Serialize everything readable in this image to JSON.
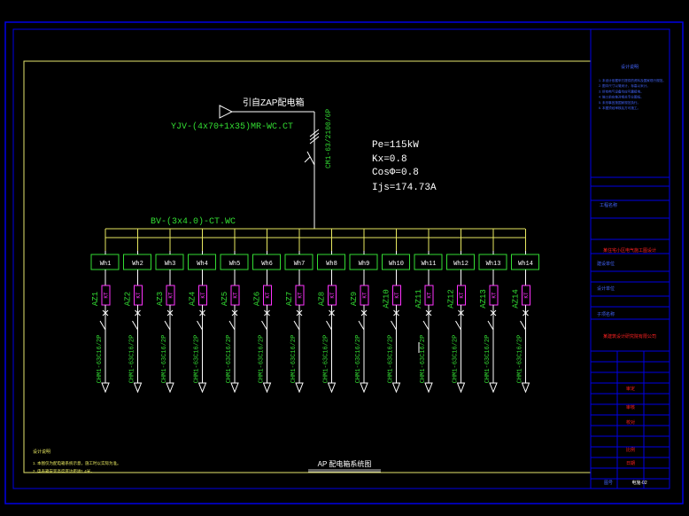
{
  "incoming": {
    "label": "引自ZAP配电箱",
    "cable": "YJV-(4x70+1x35)MR-WC.CT",
    "breaker": "CM1-63/2100/6P"
  },
  "load": {
    "pe": "Pe=115kW",
    "kx": "Kx=0.8",
    "cos": "CosΦ=0.8",
    "ijs": "Ijs=174.73A"
  },
  "branch_cable": "BV-(3x4.0)-CT.WC",
  "circuits": [
    {
      "meter": "Wh1",
      "box": "AZ1",
      "relay": "KT",
      "breaker": "CHM1-63C16/2P"
    },
    {
      "meter": "Wh2",
      "box": "AZ2",
      "relay": "KT",
      "breaker": "CHM1-63C16/2P"
    },
    {
      "meter": "Wh3",
      "box": "AZ3",
      "relay": "KT",
      "breaker": "CHM1-63C16/2P"
    },
    {
      "meter": "Wh4",
      "box": "AZ4",
      "relay": "KT",
      "breaker": "CHM1-63C16/2P"
    },
    {
      "meter": "Wh5",
      "box": "AZ5",
      "relay": "KT",
      "breaker": "CHM1-63C16/2P"
    },
    {
      "meter": "Wh6",
      "box": "AZ6",
      "relay": "KT",
      "breaker": "CHM1-63C16/2P"
    },
    {
      "meter": "Wh7",
      "box": "AZ7",
      "relay": "KT",
      "breaker": "CHM1-63C16/2P"
    },
    {
      "meter": "Wh8",
      "box": "AZ8",
      "relay": "KT",
      "breaker": "CHM1-63C16/2P"
    },
    {
      "meter": "Wh9",
      "box": "AZ9",
      "relay": "KT",
      "breaker": "CHM1-63C16/2P"
    },
    {
      "meter": "Wh10",
      "box": "AZ10",
      "relay": "KT",
      "breaker": "CHM1-63C16/2P"
    },
    {
      "meter": "Wh11",
      "box": "AZ11",
      "relay": "KT",
      "breaker": "CHM1-63C16/2P"
    },
    {
      "meter": "Wh12",
      "box": "AZ12",
      "relay": "KT",
      "breaker": "CHM1-63C16/2P"
    },
    {
      "meter": "Wh13",
      "box": "AZ13",
      "relay": "KT",
      "breaker": "CHM1-63C16/2P"
    },
    {
      "meter": "Wh14",
      "box": "AZ14",
      "relay": "KT",
      "breaker": "CHM1-63C16/2P"
    }
  ],
  "diagram_title": "AP 配电箱系统图",
  "notes_heading": "设计说明",
  "notes": [
    "1. 本图仅为配电箱系统示意，施工时以实际为准。",
    "2. 电表箱安装高度底边距地1.4米。"
  ],
  "title_block": {
    "header": "设计说明",
    "notes": [
      "1. 本设计依据甲方提供的资料及国家现行规范。",
      "2. 图中尺寸以毫米计，标高以米计。",
      "3. 所有电气设备均应可靠接地。",
      "4. 施工前应核对相关专业图纸。",
      "5. 未尽事宜按国家规范执行。",
      "6. 本图须经审核后方可施工。"
    ],
    "row_labels": [
      "工程名称",
      "建设单位",
      "设计单位",
      "子项名称"
    ],
    "project": "某住宅小区电气施工图设计",
    "company": "某建筑设计研究院有限公司",
    "roles": [
      "审定",
      "审核",
      "校对"
    ],
    "scale": "比例",
    "date_label": "日期",
    "sheet": "图号",
    "sheet_no": "电施-02"
  },
  "colors": {
    "frame": "#0000e6",
    "border": "#e6e66e",
    "wire": "#ffffff",
    "green": "#33dd33",
    "yellow": "#e8e860",
    "magenta": "#ff33ff",
    "red": "#ff2222",
    "titleblock_text": "#4466ff"
  }
}
